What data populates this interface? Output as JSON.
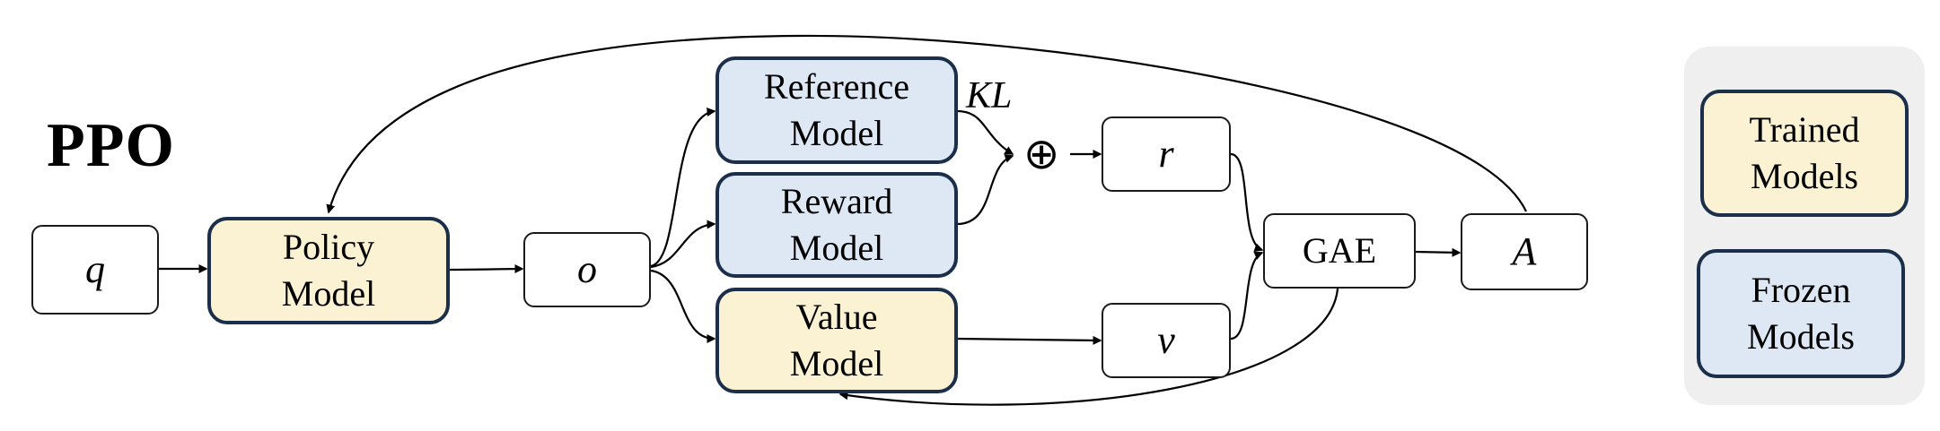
{
  "title": "PPO",
  "nodes": {
    "q": "q",
    "policy": "Policy\nModel",
    "o": "o",
    "reference": "Reference\nModel",
    "reward": "Reward\nModel",
    "value": "Value\nModel",
    "r": "r",
    "v": "v",
    "gae": "GAE",
    "a": "A"
  },
  "operators": {
    "combine": "⊕",
    "kl": "KL"
  },
  "legend": {
    "trained": "Trained\nModels",
    "frozen": "Frozen\nModels"
  },
  "colors": {
    "trained_fill": "#fbf2d4",
    "frozen_fill": "#dde8f4",
    "model_border": "#1c2f4a",
    "legend_background": "#efefef"
  }
}
